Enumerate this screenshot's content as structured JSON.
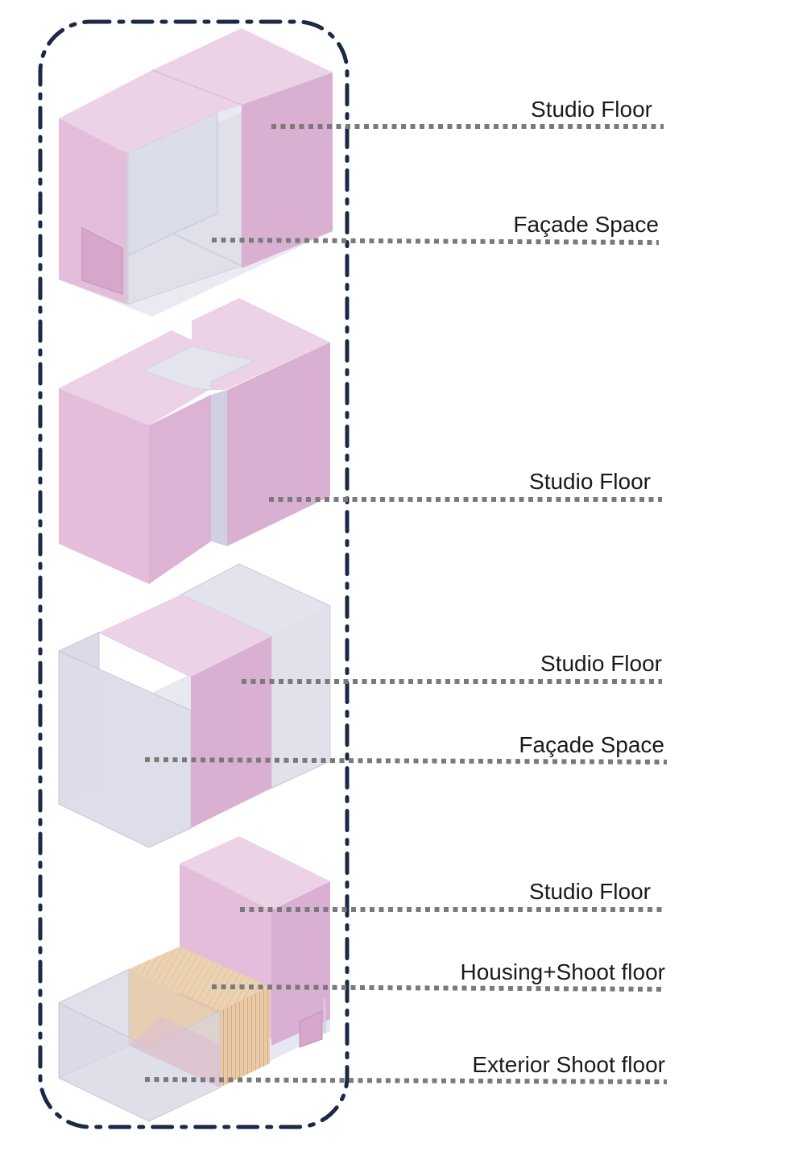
{
  "labels": [
    {
      "text": "Studio Floor"
    },
    {
      "text": "Façade Space"
    },
    {
      "text": "Studio Floor"
    },
    {
      "text": "Studio Floor"
    },
    {
      "text": "Façade Space"
    },
    {
      "text": "Studio Floor"
    },
    {
      "text": "Housing+Shoot floor"
    },
    {
      "text": "Exterior Shoot floor"
    }
  ],
  "colors": {
    "boundary": "#1a2a45",
    "leader": "#7a7a7a",
    "label": "#1a1a1a",
    "pink_top": "#ead0e4",
    "pink_left": "#e2bbd8",
    "pink_right": "#d9aed0",
    "glass_fill": "#dcdde8",
    "glass_edge": "#c6c7d6",
    "floor": "#e6e7f0",
    "wood": "#e6c8a4"
  }
}
